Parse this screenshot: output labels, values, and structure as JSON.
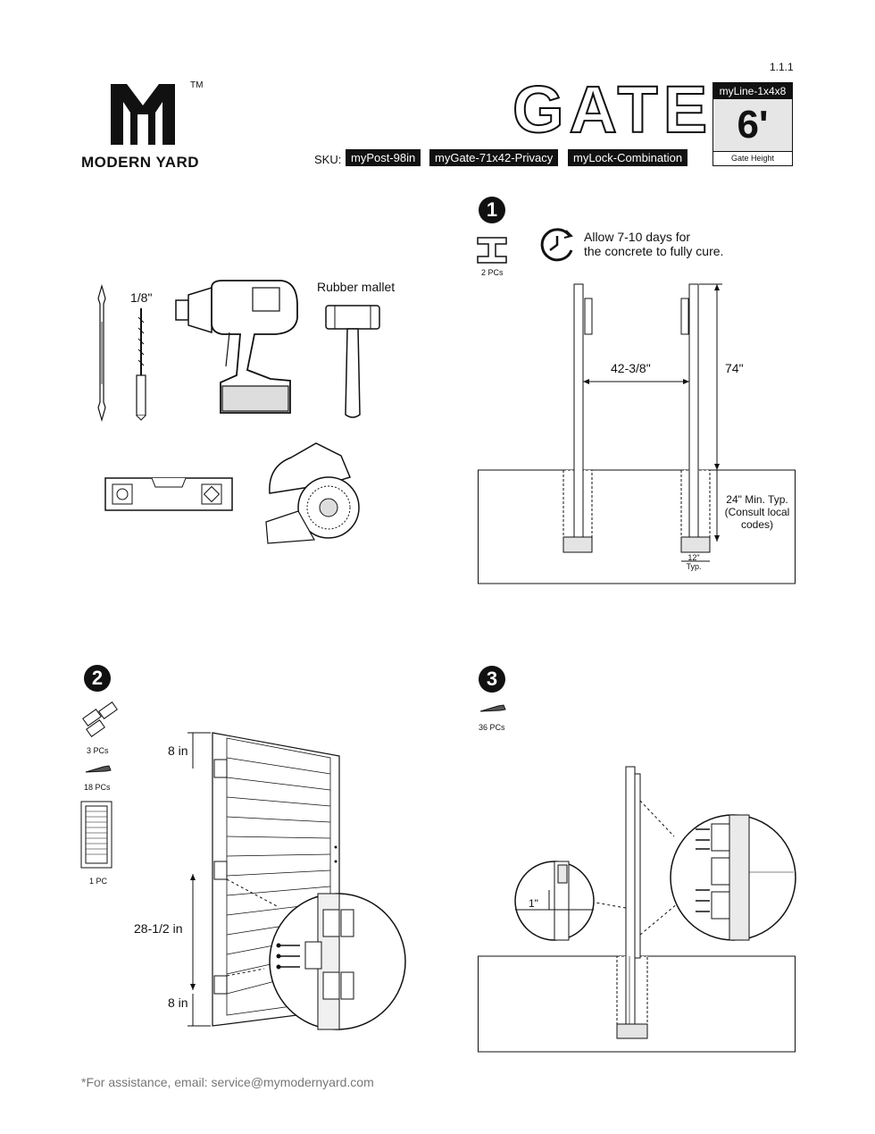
{
  "header": {
    "brand": "MODERN YARD",
    "trademark": "TM",
    "version": "1.1.1",
    "title": "GATE",
    "sku_label": "SKU:",
    "skus": [
      "myPost-98in",
      "myGate-71x42-Privacy",
      "myLock-Combination"
    ],
    "height_box": {
      "model": "myLine-1x4x8",
      "value": "6'",
      "caption": "Gate Height"
    }
  },
  "tools": {
    "bit_size": "1/8\"",
    "mallet_label": "Rubber mallet"
  },
  "step1": {
    "number": "1",
    "post_qty": "2 PCs",
    "cure_note_line1": "Allow 7-10 days for",
    "cure_note_line2": "the concrete to fully cure.",
    "post_spacing": "42-3/8\"",
    "post_height": "74\"",
    "depth_line1": "24\" Min. Typ.",
    "depth_line2": "(Consult local",
    "depth_line3": "codes)",
    "hole_width_line1": "12\"",
    "hole_width_line2": "Typ."
  },
  "step2": {
    "number": "2",
    "hinge_qty": "3 PCs",
    "screw_qty": "18 PCs",
    "gate_qty": "1 PC",
    "top_offset": "8 in",
    "middle_spacing": "28-1/2 in",
    "bottom_offset": "8 in"
  },
  "step3": {
    "number": "3",
    "screw_qty": "36 PCs",
    "gap": "1\""
  },
  "footer": {
    "assistance": "*For assistance, email: service@mymodernyard.com"
  }
}
